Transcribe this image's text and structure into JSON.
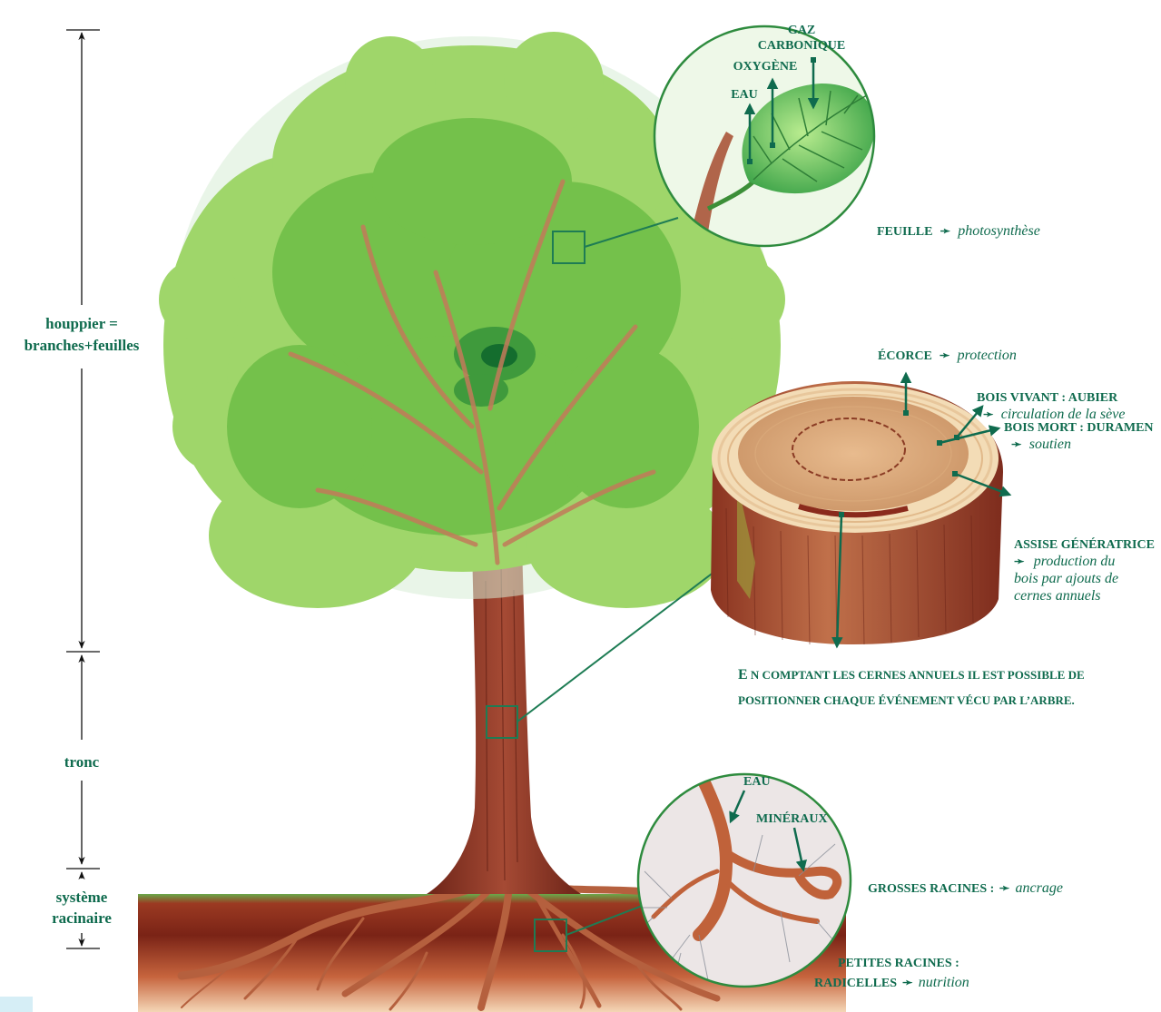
{
  "colors": {
    "label": "#0f6b4e",
    "callout_line": "#1e7c54",
    "foliage_light": "#9fd66a",
    "foliage_mid": "#6fbf45",
    "foliage_dark": "#2f8f3a",
    "trunk": "#8e3b2b",
    "wood_heart": "#d9aa7a",
    "soil": "#7a2316"
  },
  "icons": {
    "dimension_arrows": "double-headed-arrow",
    "callout_boxes": "square-outline",
    "leaf_inset": "leaf-magnifier",
    "trunk_inset": "trunk-cross-section",
    "root_inset": "root-magnifier"
  },
  "dimensions": {
    "crown_line1": "houppier =",
    "crown_line2": "branches+feuilles",
    "trunk": "tronc",
    "roots_line1": "système",
    "roots_line2": "racinaire"
  },
  "leaf": {
    "gas_line1": "GAZ",
    "gas_line2": "CARBONIQUE",
    "oxygen": "OXYGÈNE",
    "water": "EAU",
    "feuille": "FEUILLE",
    "feuille_arrow": "➛",
    "feuille_desc": "photosynthèse"
  },
  "section": {
    "ecorce": "ÉCORCE",
    "ecorce_arrow": "➛",
    "ecorce_desc": "protection",
    "aubier": "BOIS VIVANT : AUBIER",
    "aubier_arrow": "➛",
    "aubier_desc": "circulation de la sève",
    "duramen": "BOIS MORT : DURAMEN",
    "duramen_arrow": "➛",
    "duramen_desc": "soutien",
    "assise": "ASSISE GÉNÉRATRICE",
    "assise_arrow": "➛",
    "assise_desc1": "production du",
    "assise_desc2": "bois par ajouts de",
    "assise_desc3": "cernes annuels"
  },
  "note": {
    "line1_initial": "E",
    "line1_rest": "N COMPTANT LES CERNES ANNUELS IL EST POSSIBLE DE",
    "line2": "POSITIONNER CHAQUE ÉVÉNEMENT VÉCU PAR L’ARBRE."
  },
  "roots": {
    "water": "EAU",
    "minerals": "MINÉRAUX",
    "grosses": "GROSSES RACINES : ",
    "grosses_arrow": "➛",
    "grosses_desc": "ancrage",
    "petites_line1": "PETITES RACINES :",
    "radicelles": "RADICELLES",
    "radicelles_arrow": "➛",
    "radicelles_desc": "nutrition"
  }
}
